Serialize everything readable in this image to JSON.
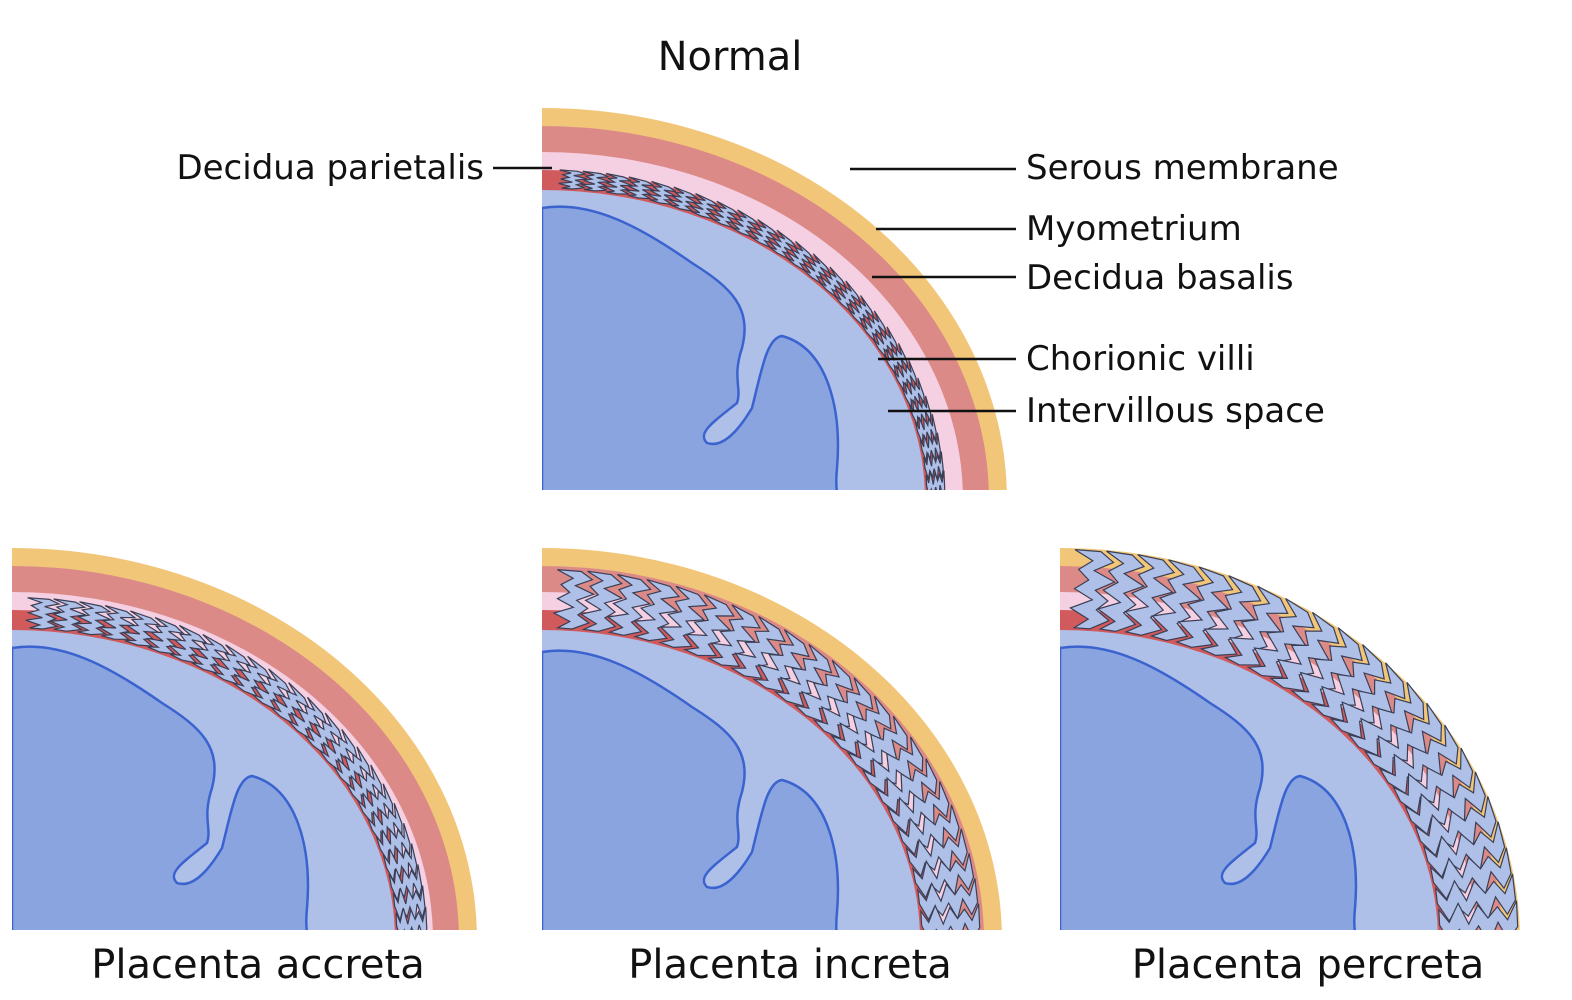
{
  "titles": {
    "normal": "Normal",
    "accreta": "Placenta accreta",
    "increta": "Placenta increta",
    "percreta": "Placenta percreta"
  },
  "labels": {
    "decidua_parietalis": "Decidua parietalis",
    "serous_membrane": "Serous membrane",
    "myometrium": "Myometrium",
    "decidua_basalis": "Decidua basalis",
    "chorionic_villi": "Chorionic villi",
    "intervillous_space": "Intervillous space"
  },
  "colors": {
    "serous": "#f2c679",
    "myometrium": "#dc8a87",
    "decidua": "#f5cfe2",
    "intervillous": "#d15a5d",
    "chorion": "#aebfe8",
    "fetal": "#89a4df",
    "outline": "#3b63cf",
    "villus_edge": "#3a3f55"
  }
}
